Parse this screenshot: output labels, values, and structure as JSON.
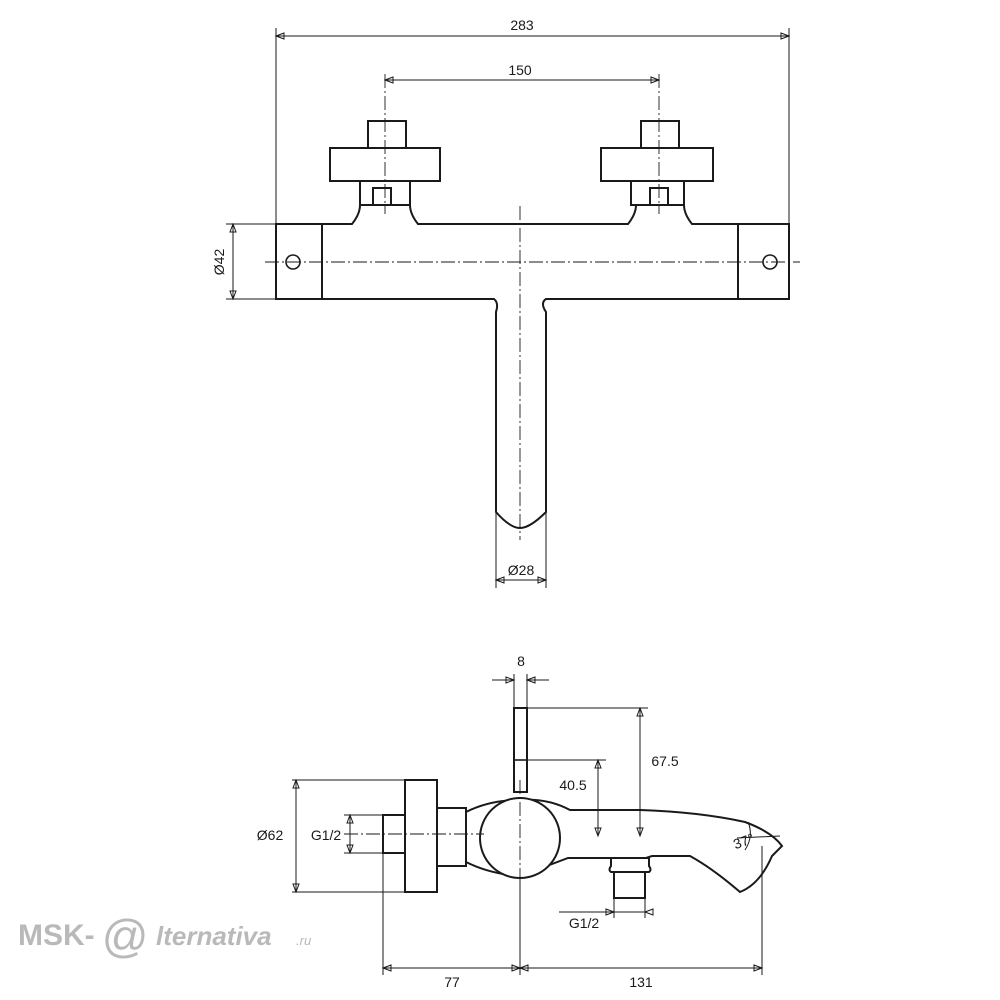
{
  "dims": {
    "overall_width": "283",
    "handle_spacing": "150",
    "body_diameter": "Ø42",
    "spout_diameter": "Ø28",
    "lever_thickness": "8",
    "height_top": "67.5",
    "height_spout": "40.5",
    "flange_diameter": "Ø62",
    "inlet_thread": "G1/2",
    "outlet_thread": "G1/2",
    "spout_angle": "37°",
    "wall_to_axis": "77",
    "axis_to_spout": "131"
  },
  "watermark": {
    "prefix": "MSK-",
    "logo_glyph": "@",
    "suffix": "lternativa",
    "domain": ".ru"
  }
}
